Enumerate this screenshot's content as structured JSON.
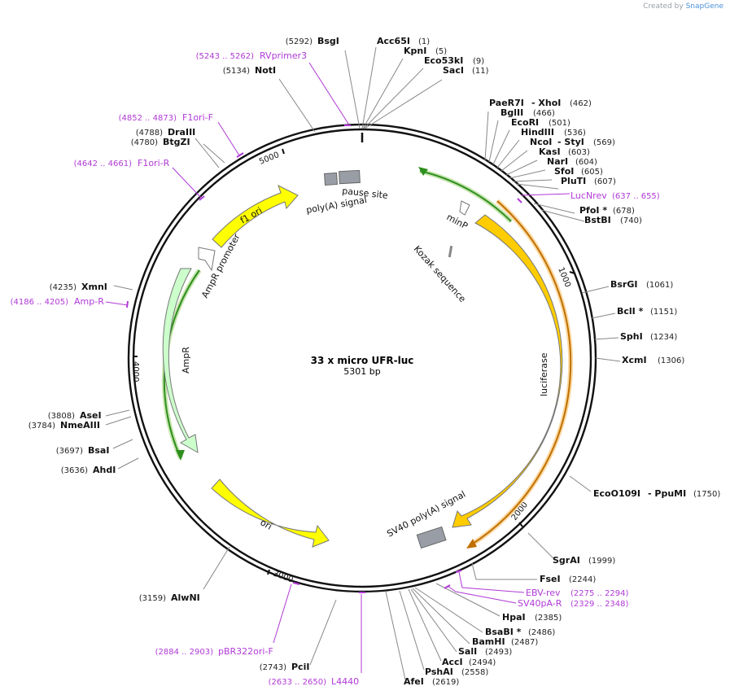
{
  "credit": {
    "prefix": "Created by",
    "brand": "SnapGene"
  },
  "plasmid": {
    "name": "33 x micro UFR-luc",
    "length": "5301 bp"
  },
  "ticks": [
    "1000",
    "2000",
    "3000",
    "4000",
    "5000"
  ],
  "enzymes": [
    {
      "name": "BsgI",
      "pos": "(5292)"
    },
    {
      "name": "Acc65I",
      "pos": "(1)"
    },
    {
      "name": "KpnI",
      "pos": "(5)"
    },
    {
      "name": "Eco53kI",
      "pos": "(9)"
    },
    {
      "name": "SacI",
      "pos": "(11)"
    },
    {
      "name": "NotI",
      "pos": "(5134)"
    },
    {
      "name": "PaeR7I",
      "extra": "- XhoI",
      "pos": "(462)"
    },
    {
      "name": "BglII",
      "pos": "(466)"
    },
    {
      "name": "EcoRI",
      "pos": "(501)"
    },
    {
      "name": "HindIII",
      "pos": "(536)"
    },
    {
      "name": "NcoI",
      "extra": "- StyI",
      "pos": "(569)"
    },
    {
      "name": "KasI",
      "pos": "(603)"
    },
    {
      "name": "NarI",
      "pos": "(604)"
    },
    {
      "name": "SfoI",
      "pos": "(605)"
    },
    {
      "name": "PluTI",
      "pos": "(607)"
    },
    {
      "name": "PfoI *",
      "pos": "(678)"
    },
    {
      "name": "BstBI",
      "pos": "(740)"
    },
    {
      "name": "DraIII",
      "pos": "(4788)"
    },
    {
      "name": "BtgZI",
      "pos": "(4780)"
    },
    {
      "name": "BsrGI",
      "pos": "(1061)"
    },
    {
      "name": "BclI *",
      "pos": "(1151)"
    },
    {
      "name": "SphI",
      "pos": "(1234)"
    },
    {
      "name": "XcmI",
      "pos": "(1306)"
    },
    {
      "name": "XmnI",
      "pos": "(4235)"
    },
    {
      "name": "AseI",
      "pos": "(3808)"
    },
    {
      "name": "NmeAIII",
      "pos": "(3784)"
    },
    {
      "name": "BsaI",
      "pos": "(3697)"
    },
    {
      "name": "AhdI",
      "pos": "(3636)"
    },
    {
      "name": "EcoO109I",
      "extra": "- PpuMI",
      "pos": "(1750)"
    },
    {
      "name": "SgrAI",
      "pos": "(1999)"
    },
    {
      "name": "FseI",
      "pos": "(2244)"
    },
    {
      "name": "HpaI",
      "pos": "(2385)"
    },
    {
      "name": "BsaBI *",
      "pos": "(2486)"
    },
    {
      "name": "BamHI",
      "pos": "(2487)"
    },
    {
      "name": "SalI",
      "pos": "(2493)"
    },
    {
      "name": "AccI",
      "pos": "(2494)"
    },
    {
      "name": "PshAI",
      "pos": "(2558)"
    },
    {
      "name": "AfeI",
      "pos": "(2619)"
    },
    {
      "name": "AlwNI",
      "pos": "(3159)"
    },
    {
      "name": "PciI",
      "pos": "(2743)"
    }
  ],
  "primers": [
    {
      "name": "RVprimer3",
      "range": "(5243 .. 5262)"
    },
    {
      "name": "F1ori-F",
      "range": "(4852 .. 4873)"
    },
    {
      "name": "F1ori-R",
      "range": "(4642 .. 4661)"
    },
    {
      "name": "LucNrev",
      "range": "(637 .. 655)"
    },
    {
      "name": "Amp-R",
      "range": "(4186 .. 4205)"
    },
    {
      "name": "EBV-rev",
      "range": "(2275 .. 2294)"
    },
    {
      "name": "SV40pA-R",
      "range": "(2329 .. 2348)"
    },
    {
      "name": "pBR322ori-F",
      "range": "(2884 .. 2903)"
    },
    {
      "name": "L4440",
      "range": "(2633 .. 2650)"
    }
  ],
  "features": {
    "f1ori": "f1 ori",
    "ampr_promoter": "AmpR promoter",
    "ampr": "AmpR",
    "ori": "ori",
    "polya_signal": "poly(A) signal",
    "pause_site": "pause site",
    "minp": "minP",
    "kozak": "Kozak sequence",
    "luciferase": "luciferase",
    "sv40_polya": "SV40 poly(A) signal"
  },
  "colors": {
    "f1ori": "#ffff00",
    "ori": "#ffff00",
    "ampr": "#ccffcc",
    "luciferase": "#ffcc00",
    "gray_feature": "#999ea6",
    "primer": "#b03ad6",
    "orf_green": "#2f8f1f",
    "orf_orange": "#e08a00"
  }
}
